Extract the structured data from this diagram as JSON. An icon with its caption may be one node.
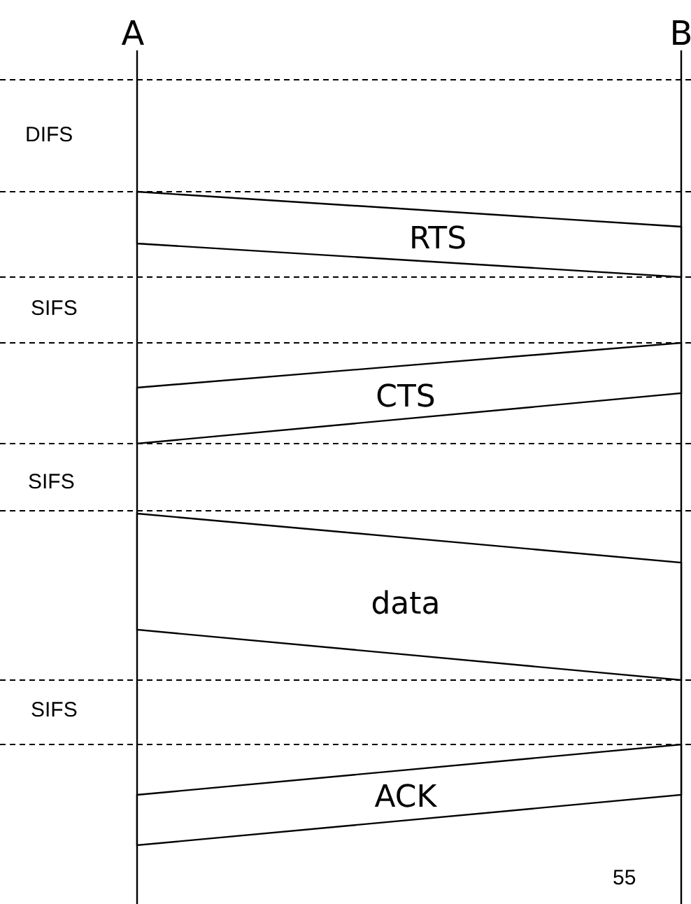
{
  "diagram": {
    "nodes": [
      {
        "text": [
          "A"
        ]
      },
      {
        "text": [
          "B"
        ]
      },
      {
        "text": [
          "RTS"
        ]
      },
      {
        "text": [
          "CTS"
        ]
      },
      {
        "text": [
          "data"
        ]
      },
      {
        "text": [
          "ACK"
        ]
      }
    ],
    "labels": [
      "DIFS",
      "SIFS",
      "SIFS",
      "SIFS",
      "55"
    ]
  }
}
